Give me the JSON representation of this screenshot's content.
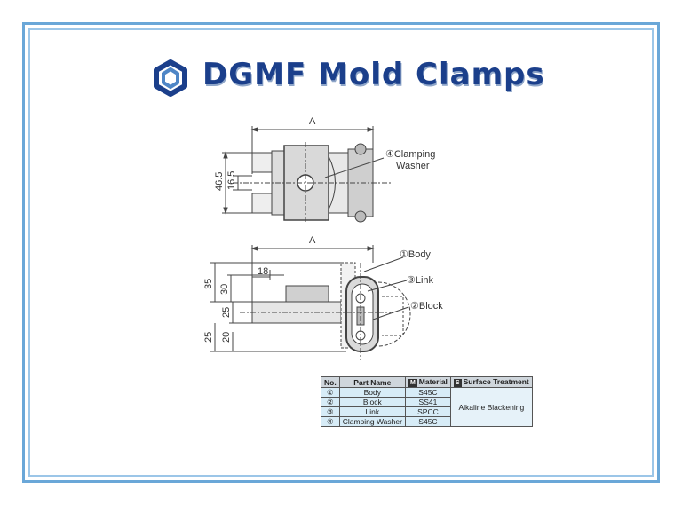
{
  "header": {
    "title": "DGMF Mold Clamps"
  },
  "drawing": {
    "top_view": {
      "dim_a": "A",
      "dim_465": "46.5",
      "dim_165": "16.5",
      "callout_washer": "④Clamping\nWasher",
      "callout_washer_l1": "④Clamping",
      "callout_washer_l2": "Washer"
    },
    "side_view": {
      "dim_a": "A",
      "dim_18": "18",
      "dim_35": "35",
      "dim_30": "30",
      "dim_25a": "25",
      "dim_25b": "25",
      "dim_20": "20",
      "callout_body": "①Body",
      "callout_link": "③Link",
      "callout_block": "②Block"
    }
  },
  "parts_table": {
    "headers": {
      "no": "No.",
      "name": "Part Name",
      "material_tag": "M",
      "material": "Material",
      "surface_tag": "S",
      "surface": "Surface Treatment"
    },
    "rows": [
      {
        "no": "①",
        "name": "Body",
        "material": "S45C"
      },
      {
        "no": "②",
        "name": "Block",
        "material": "SS41"
      },
      {
        "no": "③",
        "name": "Link",
        "material": "SPCC"
      },
      {
        "no": "④",
        "name": "Clamping Washer",
        "material": "S45C"
      }
    ],
    "surface_treatment": "Alkaline Blackening"
  },
  "colors": {
    "frame": "#6aa7d8",
    "title": "#1b3f8b",
    "table_cell": "#d7ecf7"
  }
}
